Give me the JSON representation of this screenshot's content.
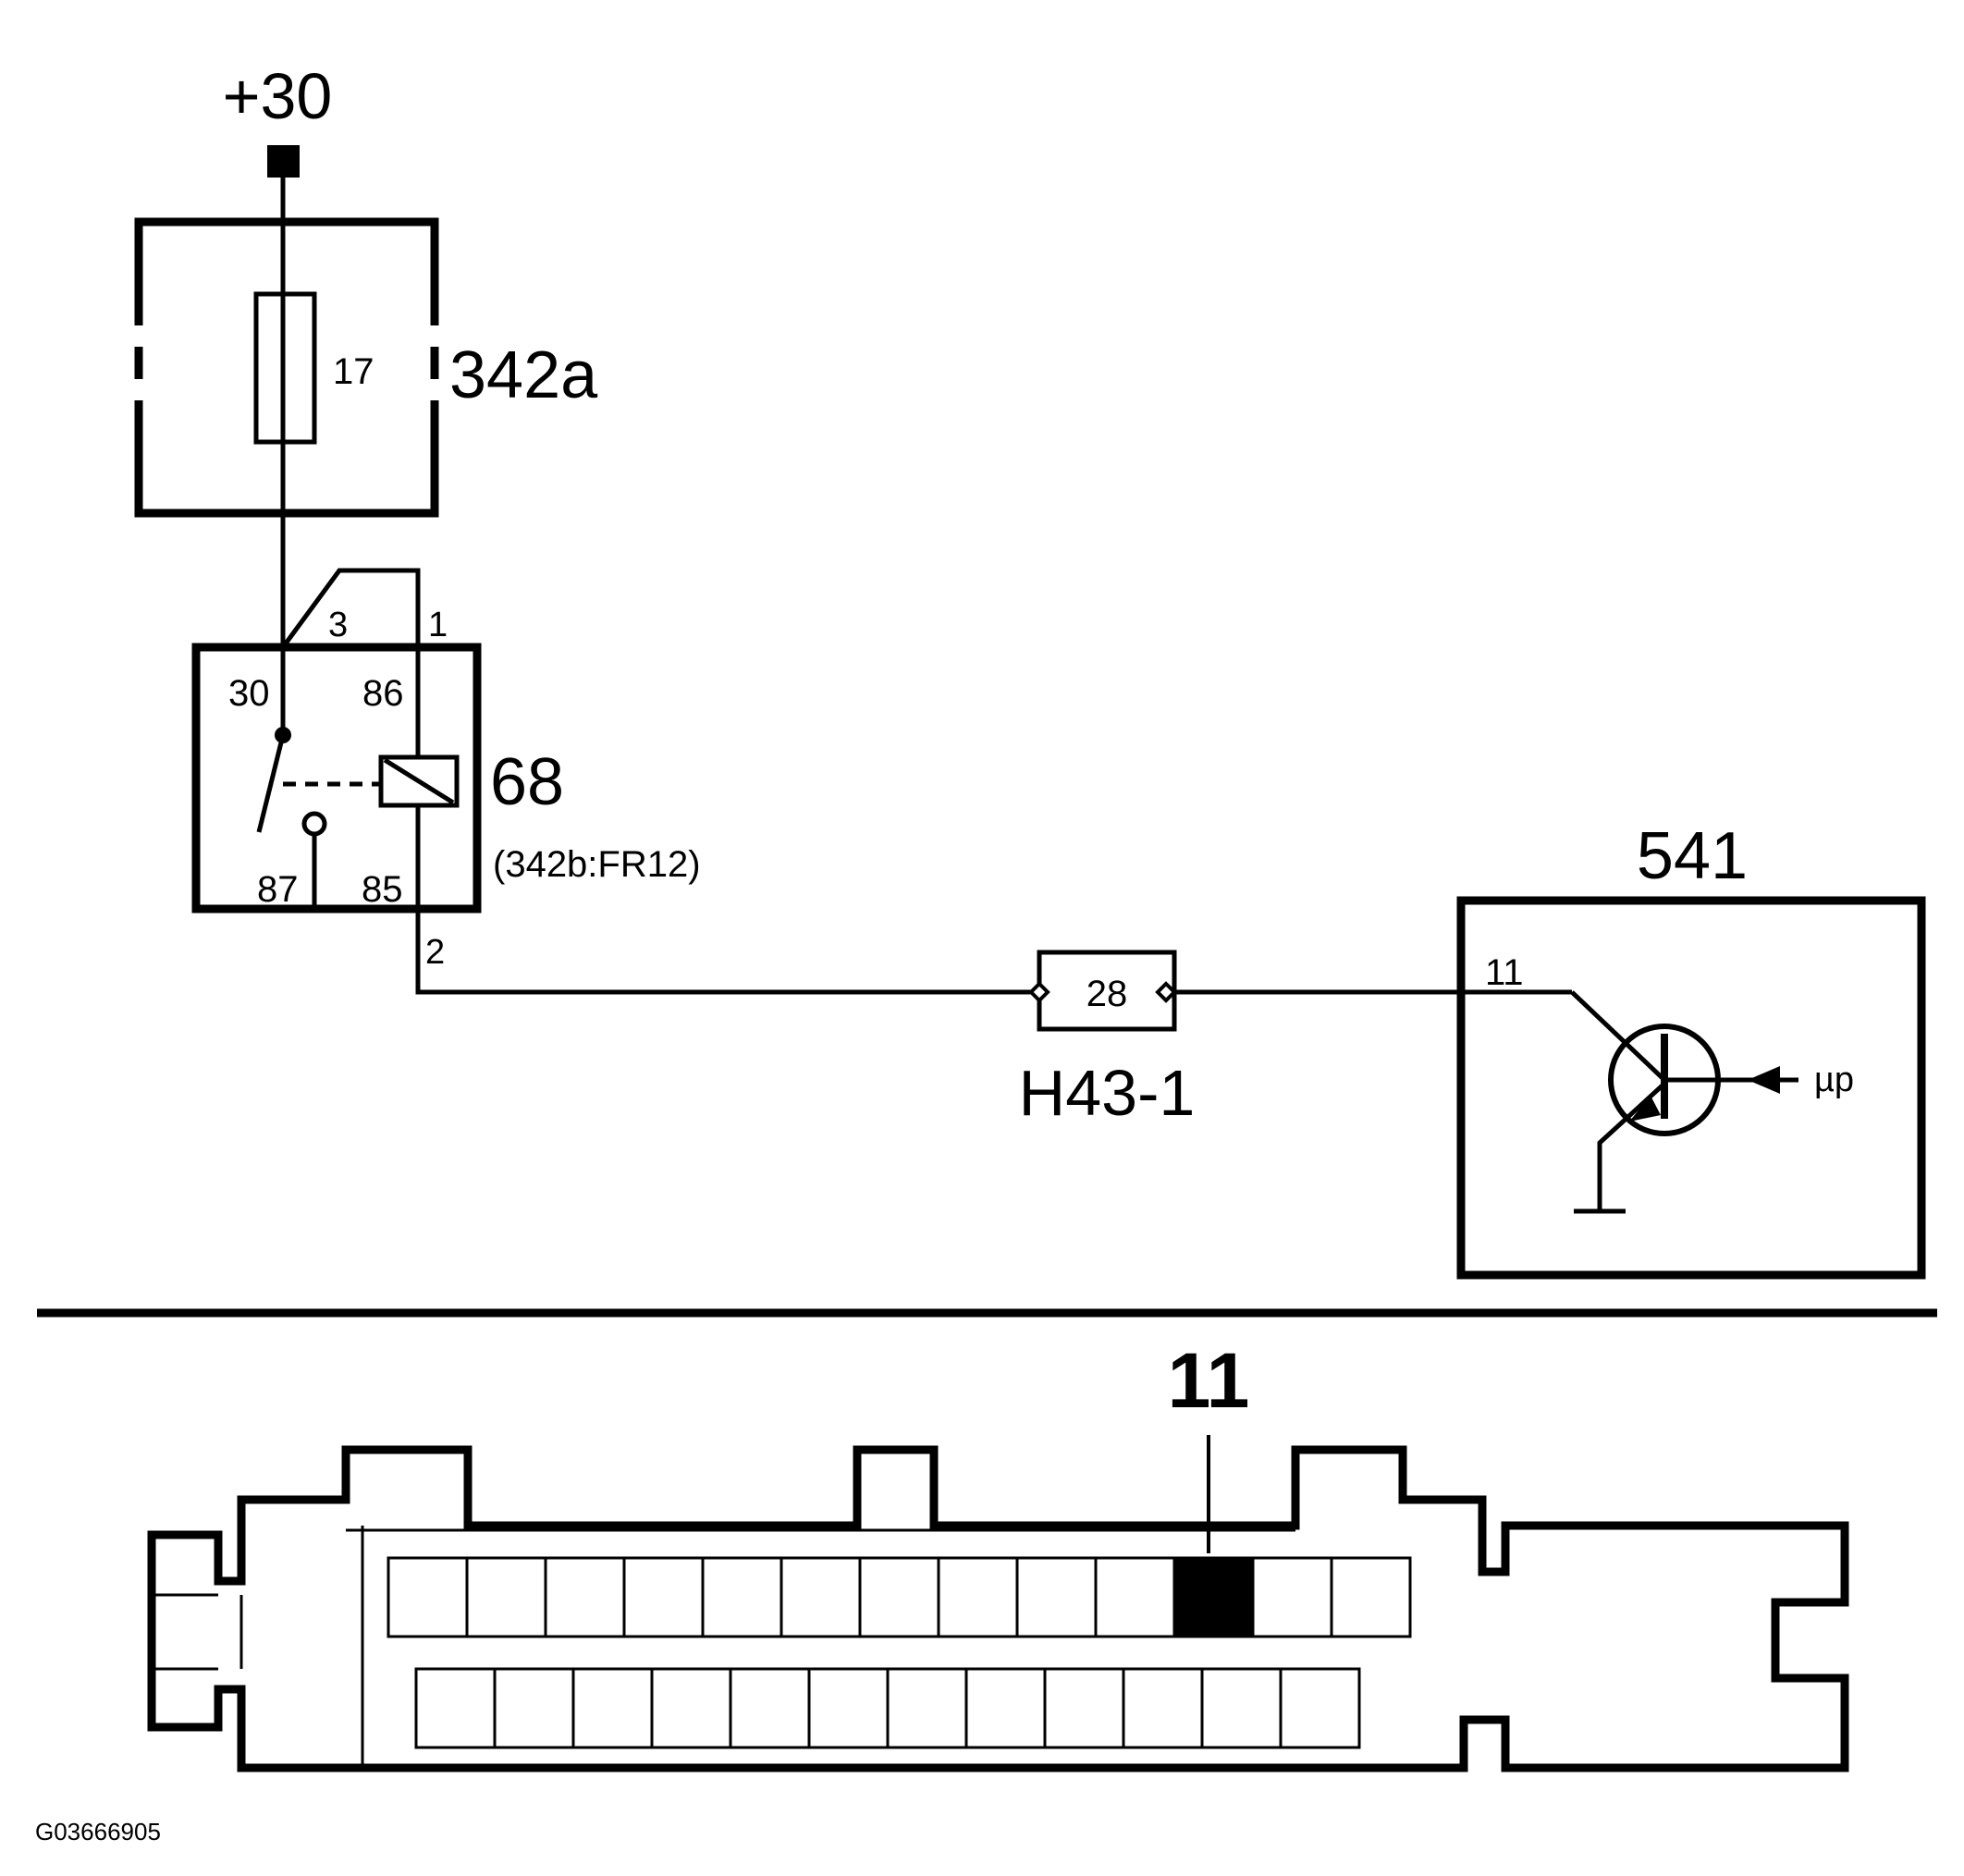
{
  "supply": {
    "label": "+30"
  },
  "fuse_box": {
    "id": "342a",
    "fuse_number": "17"
  },
  "relay": {
    "id": "68",
    "location": "(342b:FR12)",
    "pins": {
      "p30": "30",
      "p86": "86",
      "p87": "87",
      "p85": "85"
    },
    "wire_terminals": {
      "t3": "3",
      "t1": "1",
      "t2": "2"
    }
  },
  "connector": {
    "id": "H43-1",
    "pin": "28"
  },
  "control_module": {
    "id": "541",
    "pin": "11",
    "signal": "µp"
  },
  "connector_view": {
    "highlighted_pin": "11"
  },
  "figure_code": "G03666905"
}
